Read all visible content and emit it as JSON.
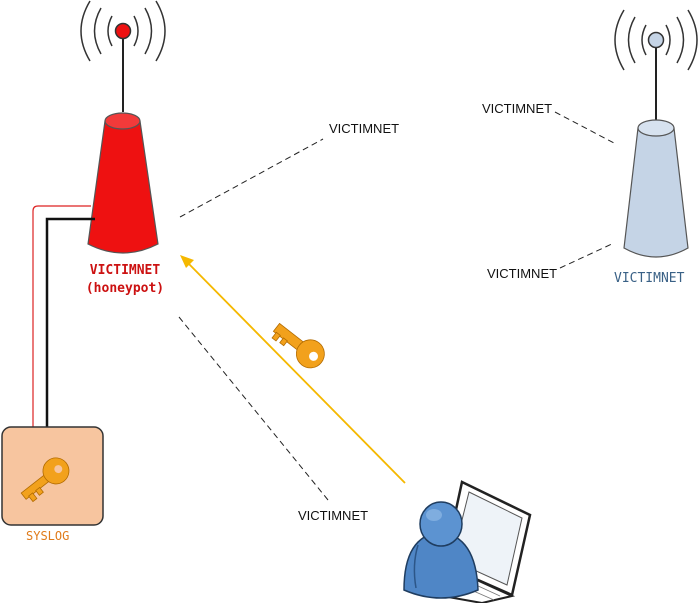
{
  "colors": {
    "honeypot": "#ee1111",
    "honeypot_text": "#cc1111",
    "victim_ap": "#c5d4e6",
    "victim_ap_text": "#3a6186",
    "syslog_box": "#f7c59f",
    "key": "#f2a11c",
    "attack_line": "#f5b800",
    "alert_line": "#dd2222",
    "user": "#4f86c6"
  },
  "honeypot": {
    "line1": "VICTIMNET",
    "line2": "(honeypot)"
  },
  "victim_ap": {
    "label": "VICTIMNET"
  },
  "syslog": {
    "label": "SYSLOG"
  },
  "probes": {
    "honeypot_top": "VICTIMNET",
    "victim_top": "VICTIMNET",
    "victim_bottom": "VICTIMNET",
    "client": "VICTIMNET"
  },
  "icons": [
    "antenna-icon",
    "key-icon",
    "user-icon",
    "laptop-icon",
    "syslog-key-icon"
  ]
}
